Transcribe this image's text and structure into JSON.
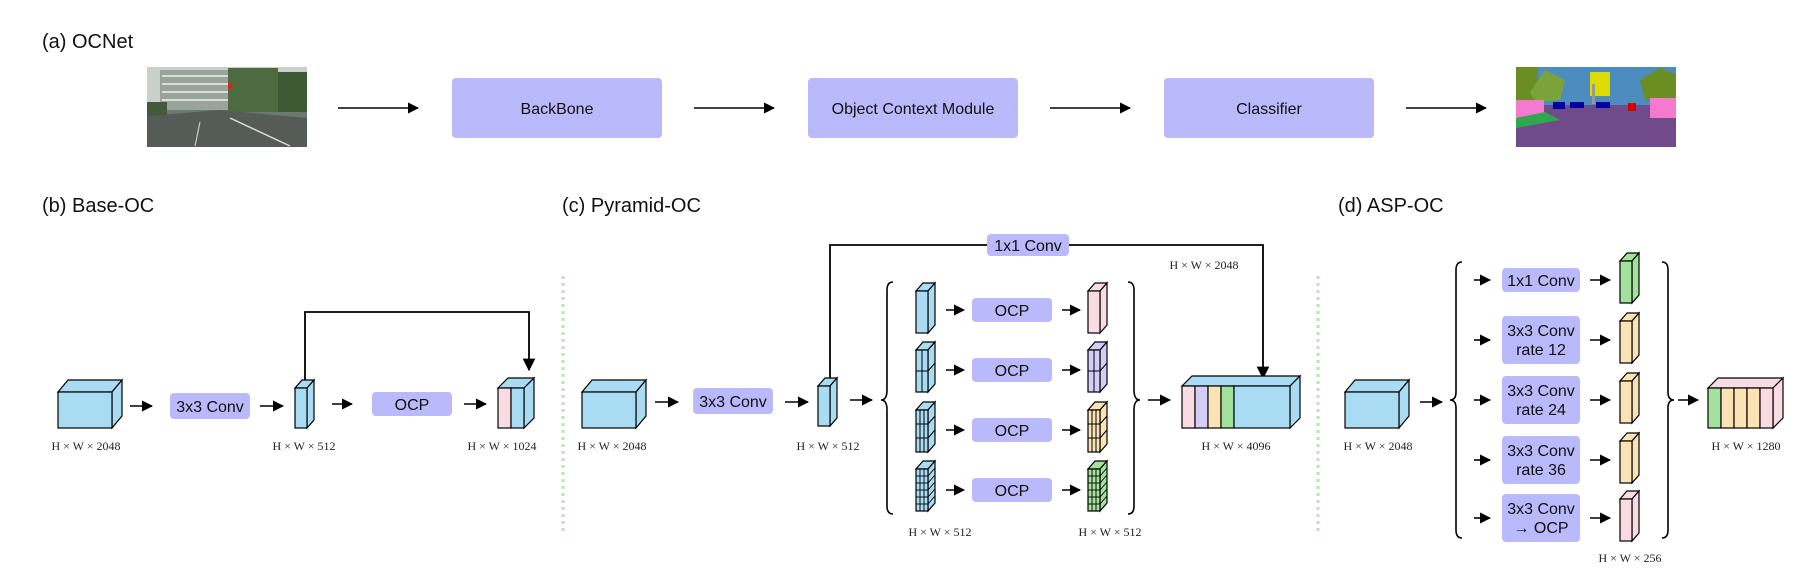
{
  "titles": {
    "ocnet": "(a) OCNet",
    "base": "(b) Base-OC",
    "pyramid": "(c) Pyramid-OC",
    "asp": "(d) ASP-OC"
  },
  "ocnet": {
    "backbone": "BackBone",
    "ocm": "Object Context Module",
    "classifier": "Classifier"
  },
  "base": {
    "conv": "3x3 Conv",
    "ocp": "OCP",
    "dim_in": "H × W × 2048",
    "dim_mid": "H × W × 512",
    "dim_out": "H × W × 1024"
  },
  "pyramid": {
    "conv": "3x3 Conv",
    "skip": "1x1 Conv",
    "ocp": "OCP",
    "dim_in": "H × W × 2048",
    "dim_mid": "H × W × 512",
    "dim_skip": "H × W × 2048",
    "dim_branch_in": "H × W × 512",
    "dim_branch_out": "H × W × 512",
    "dim_out": "H × W × 4096"
  },
  "asp": {
    "b1": "1x1 Conv",
    "b2a": "3x3 Conv",
    "b2b": "rate 12",
    "b3a": "3x3 Conv",
    "b3b": "rate 24",
    "b4a": "3x3 Conv",
    "b4b": "rate 36",
    "b5a": "3x3 Conv",
    "b5b": "→ OCP",
    "dim_in": "H × W × 2048",
    "dim_branch": "H × W × 256",
    "dim_out": "H × W × 1280"
  },
  "colors": {
    "module": "#b9b9fb",
    "blue": "#a9dcf3",
    "pink": "#f9dbe4",
    "lavender": "#d3cdf7",
    "yellow": "#fbe3b6",
    "green": "#a3e29c",
    "divider": "#b9e6b0"
  }
}
